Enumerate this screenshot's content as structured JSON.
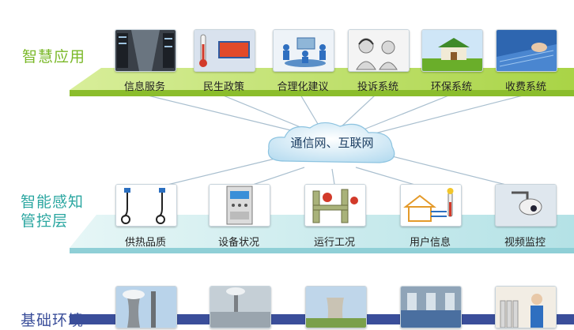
{
  "layers": [
    {
      "label": "智慧应用",
      "color": "#7ab828"
    },
    {
      "label_lines": [
        "智能感知",
        "管控层"
      ],
      "color": "#2aa6a0"
    },
    {
      "label": "基础环境",
      "color": "#3a4e9a"
    }
  ],
  "application_items": [
    {
      "label": "信息服务",
      "icon": "server-room-icon"
    },
    {
      "label": "民生政策",
      "icon": "heating-policy-icon"
    },
    {
      "label": "合理化建议",
      "icon": "meeting-figures-icon"
    },
    {
      "label": "投诉系统",
      "icon": "call-center-icon"
    },
    {
      "label": "环保系统",
      "icon": "green-house-icon"
    },
    {
      "label": "收费系统",
      "icon": "keyboard-icon"
    }
  ],
  "sensing_items": [
    {
      "label": "供热品质",
      "icon": "temperature-probe-icon"
    },
    {
      "label": "设备状况",
      "icon": "control-cabinet-icon"
    },
    {
      "label": "运行工况",
      "icon": "valve-pipeline-icon"
    },
    {
      "label": "用户信息",
      "icon": "home-thermometer-icon"
    },
    {
      "label": "视频监控",
      "icon": "cctv-camera-icon"
    }
  ],
  "network": {
    "label": "通信网、互联网",
    "icon": "cloud-icon"
  },
  "infrastructure_items": [
    {
      "icon": "power-plant-icon"
    },
    {
      "icon": "plant-aerial-icon"
    },
    {
      "icon": "cooling-tower-icon"
    },
    {
      "icon": "pump-room-icon"
    },
    {
      "icon": "radiator-worker-icon"
    }
  ]
}
